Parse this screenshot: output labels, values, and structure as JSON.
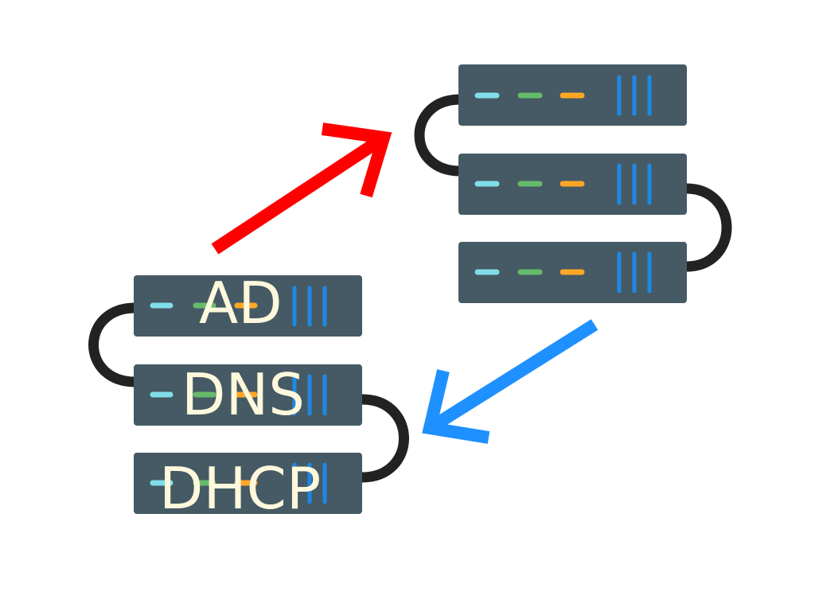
{
  "labels": {
    "ad": "AD",
    "dns": "DNS",
    "dhcp": "DHCP"
  },
  "colors": {
    "background": "#FFFFFF",
    "server_body": "#455A64",
    "cable": "#222222",
    "led_cyan": "#80DEEA",
    "led_green": "#66BB6A",
    "led_orange": "#FFA726",
    "vent_blue": "#1E88E5",
    "arrow_red": "#FF0000",
    "arrow_blue": "#1E90FF",
    "label_text": "#FFF8DC"
  },
  "icons": {
    "left_stack": "server-rack-icon",
    "right_stack": "server-rack-icon",
    "up_arrow": "arrow-up-right-icon",
    "down_arrow": "arrow-down-left-icon"
  }
}
